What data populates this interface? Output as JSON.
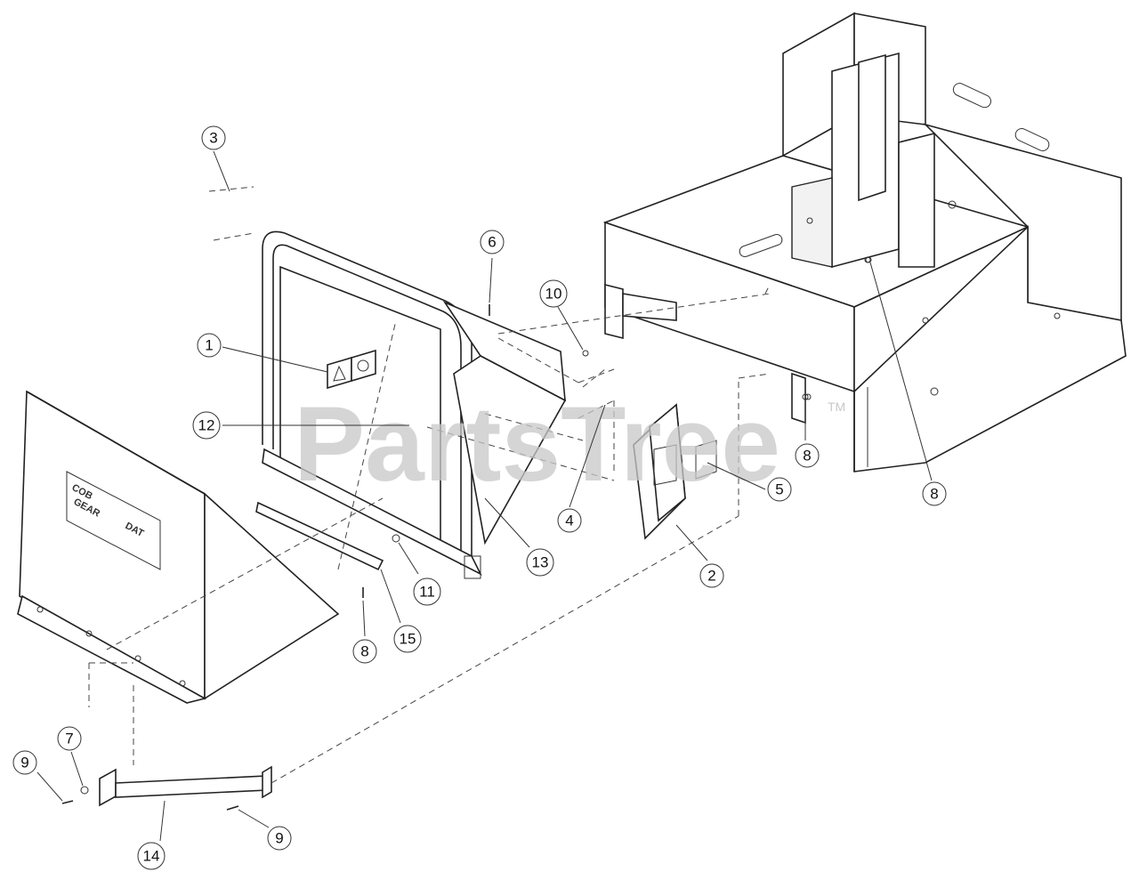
{
  "watermark": {
    "text": "PartsTree",
    "trademark": "TM"
  },
  "callouts": [
    {
      "label": "3"
    },
    {
      "label": "6"
    },
    {
      "label": "10"
    },
    {
      "label": "1"
    },
    {
      "label": "12"
    },
    {
      "label": "8"
    },
    {
      "label": "8"
    },
    {
      "label": "5"
    },
    {
      "label": "4"
    },
    {
      "label": "13"
    },
    {
      "label": "2"
    },
    {
      "label": "11"
    },
    {
      "label": "15"
    },
    {
      "label": "8"
    },
    {
      "label": "7"
    },
    {
      "label": "9"
    },
    {
      "label": "14"
    },
    {
      "label": "9"
    }
  ]
}
